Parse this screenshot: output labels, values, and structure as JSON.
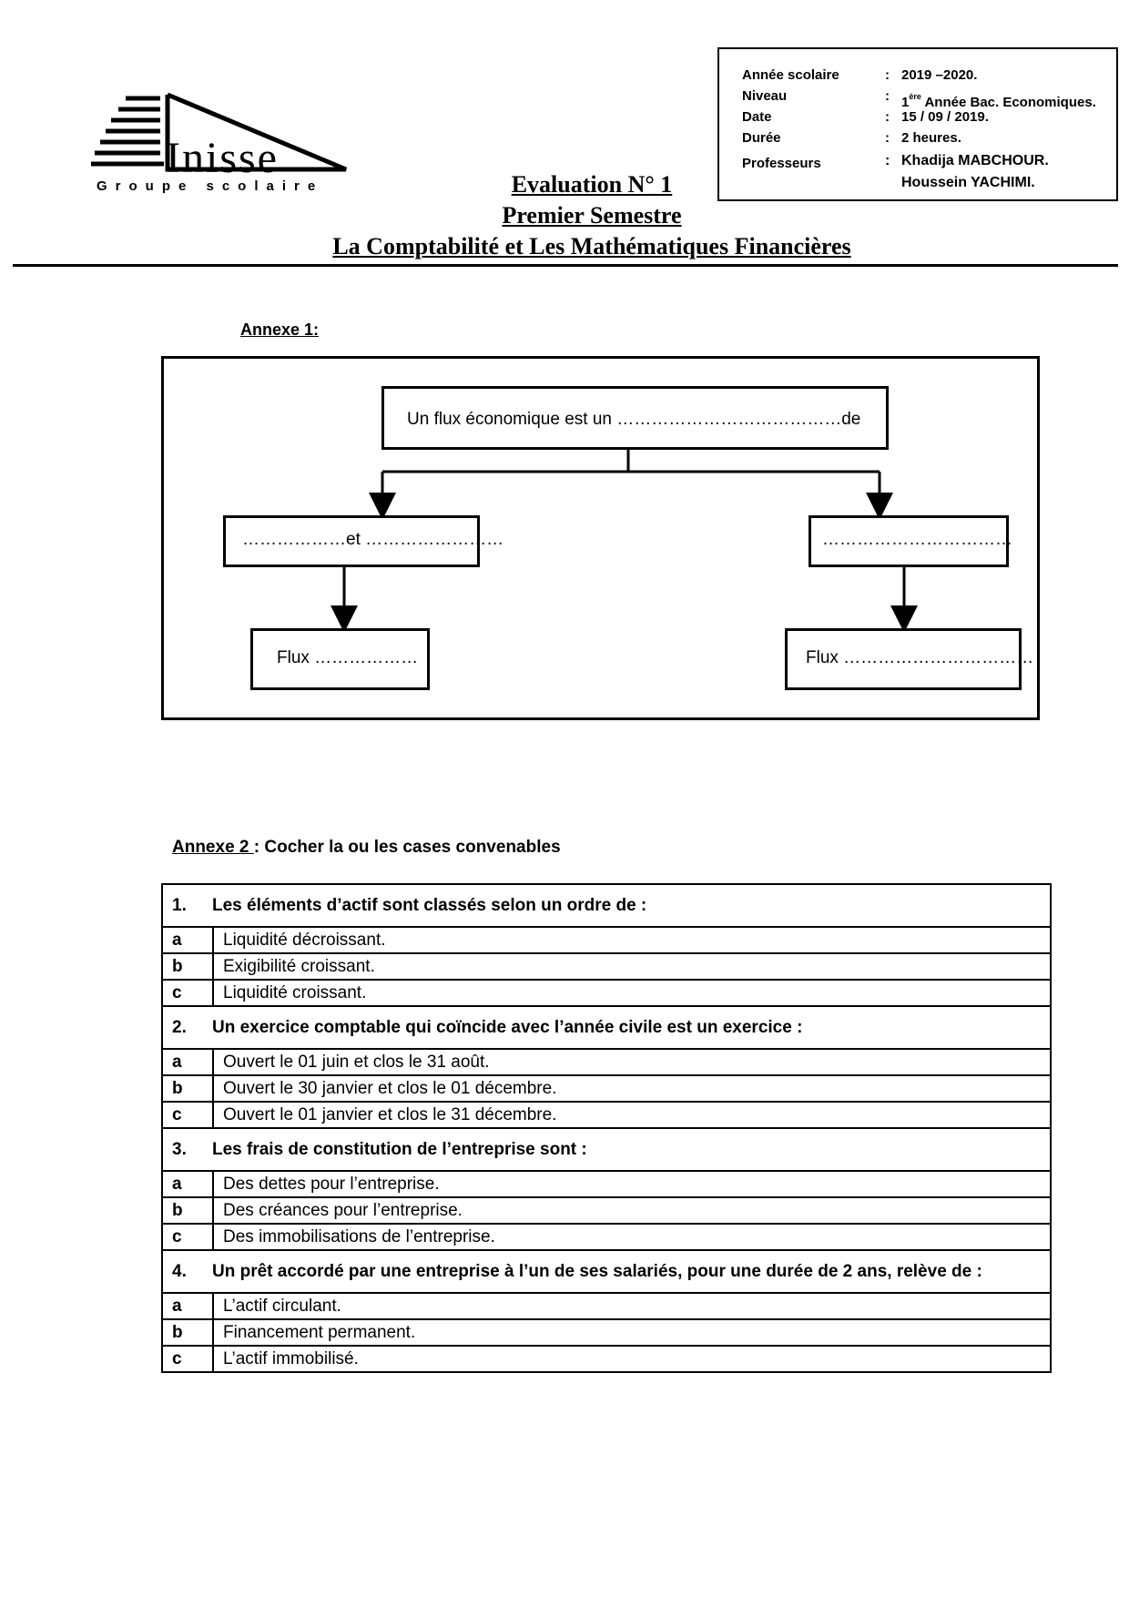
{
  "header": {
    "logo": {
      "word": "Inisse",
      "subtitle": "Groupe scolaire"
    },
    "info": {
      "rows": [
        {
          "label": "Année scolaire",
          "value": "2019 –2020."
        },
        {
          "label": "Niveau",
          "value_prefix": "1",
          "value_sup": "ère",
          "value": " Année Bac. Economiques."
        },
        {
          "label": "Date",
          "value": "15 / 09 / 2019."
        },
        {
          "label": "Durée",
          "value": "2 heures."
        },
        {
          "label": "Professeurs",
          "value": "Khadija MABCHOUR."
        }
      ],
      "professor_2": "Houssein YACHIMI."
    },
    "title_1": "Evaluation N° 1",
    "title_2": "Premier Semestre",
    "title_3": "La Comptabilité et Les Mathématiques Financières"
  },
  "annexe_1": {
    "label": "Annexe 1:",
    "top_box": "Un flux économique est un …………………………………de",
    "left_box": "………………et ……………………",
    "right_box": "……………………………",
    "left_flux": "Flux ………………",
    "right_flux": "Flux ……………………………"
  },
  "annexe_2": {
    "label": "Annexe 2 ",
    "instruction": ": Cocher la ou les cases convenables",
    "questions": [
      {
        "number": "1.",
        "text": "Les éléments d’actif sont classés selon un ordre de :",
        "options": [
          {
            "letter": "a",
            "text": "Liquidité décroissant."
          },
          {
            "letter": "b",
            "text": "Exigibilité croissant."
          },
          {
            "letter": "c",
            "text": "Liquidité croissant."
          }
        ]
      },
      {
        "number": "2.",
        "text": "Un exercice comptable qui coïncide avec l’année civile est un exercice :",
        "options": [
          {
            "letter": "a",
            "text": "Ouvert le 01 juin et clos le 31 août."
          },
          {
            "letter": "b",
            "text": "Ouvert le 30 janvier et clos le 01 décembre."
          },
          {
            "letter": "c",
            "text": "Ouvert le 01 janvier et clos le 31 décembre."
          }
        ]
      },
      {
        "number": "3.",
        "text": "Les frais de constitution de l’entreprise sont :",
        "options": [
          {
            "letter": "a",
            "text": "Des dettes pour l’entreprise."
          },
          {
            "letter": "b",
            "text": "Des créances pour l’entreprise."
          },
          {
            "letter": "c",
            "text": "Des immobilisations de l’entreprise."
          }
        ]
      },
      {
        "number": "4.",
        "text": "Un prêt accordé par une entreprise à l’un de ses salariés, pour une durée de 2 ans, relève de :",
        "options": [
          {
            "letter": "a",
            "text": "L’actif circulant."
          },
          {
            "letter": "b",
            "text": "Financement permanent."
          },
          {
            "letter": "c",
            "text": "L’actif immobilisé."
          }
        ]
      }
    ]
  }
}
